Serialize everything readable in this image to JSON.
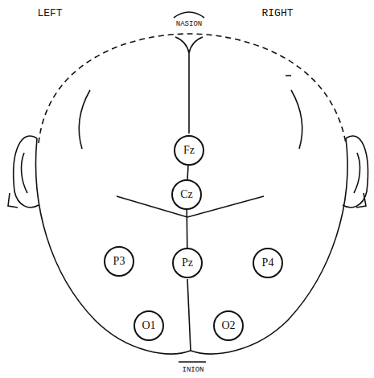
{
  "diagram": {
    "nodes": [
      {
        "text": [
          "Fz"
        ]
      },
      {
        "text": [
          "Cz"
        ]
      },
      {
        "text": [
          "P3"
        ]
      },
      {
        "text": [
          "Pz"
        ]
      },
      {
        "text": [
          "P4"
        ]
      },
      {
        "text": [
          "O1"
        ]
      },
      {
        "text": [
          "O2"
        ]
      }
    ],
    "edges": [
      {
        "from": 0,
        "to": 1,
        "arrow": "none"
      },
      {
        "from": 1,
        "to": 3,
        "arrow": "none"
      }
    ],
    "labels": [
      "LEFT",
      "RIGHT",
      "NASION",
      "INION"
    ]
  }
}
